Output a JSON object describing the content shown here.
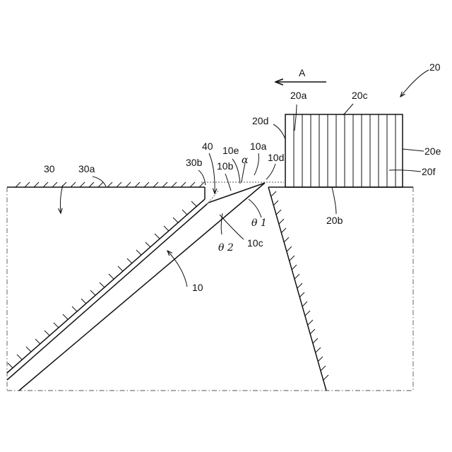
{
  "labels": {
    "arrow_a": "A",
    "ref_20": "20",
    "ref_20a": "20a",
    "ref_20c": "20c",
    "ref_20d": "20d",
    "ref_20e": "20e",
    "ref_20f": "20f",
    "ref_20b": "20b",
    "ref_30": "30",
    "ref_30a": "30a",
    "ref_30b": "30b",
    "ref_40": "40",
    "ref_10e": "10e",
    "ref_10b": "10b",
    "ref_10a": "10a",
    "ref_10d": "10d",
    "ref_alpha": "α",
    "ref_theta1": "θ 1",
    "ref_theta2": "θ 2",
    "ref_10c": "10c",
    "ref_10": "10"
  }
}
